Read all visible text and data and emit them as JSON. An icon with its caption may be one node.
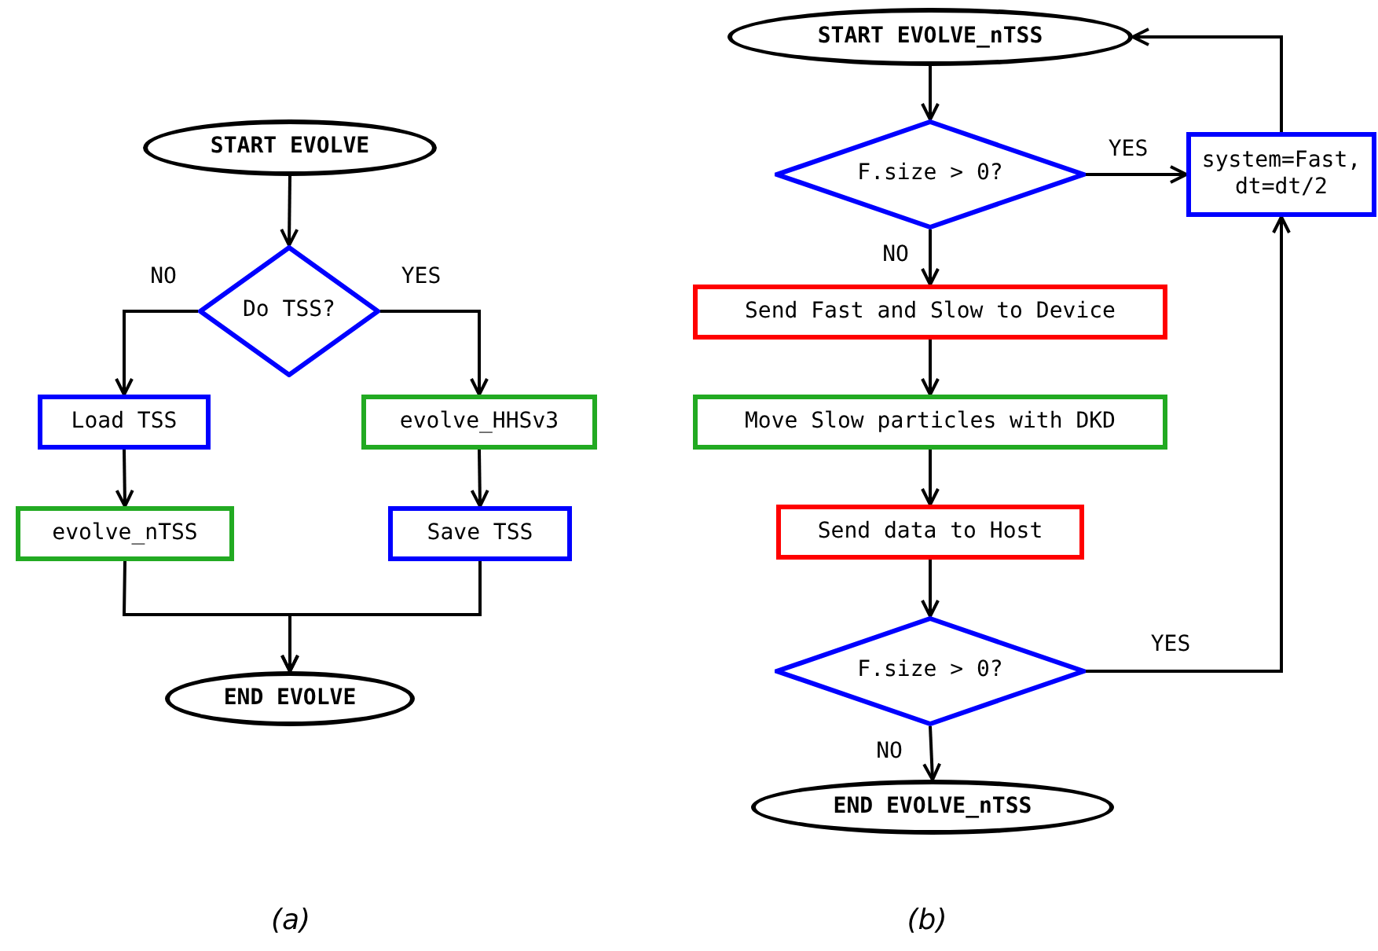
{
  "diagram": {
    "nodes": [
      {
        "text": [
          "START EVOLVE"
        ]
      },
      {
        "text": [
          "Do TSS?"
        ]
      },
      {
        "text": [
          "Load TSS"
        ]
      },
      {
        "text": [
          "evolve_HHSv3"
        ]
      },
      {
        "text": [
          "evolve_nTSS"
        ]
      },
      {
        "text": [
          "Save TSS"
        ]
      },
      {
        "text": [
          "END EVOLVE"
        ]
      },
      {
        "text": [
          "START EVOLVE_nTSS"
        ]
      },
      {
        "text": [
          "F.size > 0?"
        ]
      },
      {
        "text": [
          "system=Fast, dt=dt/2"
        ]
      },
      {
        "text": [
          "Send Fast and Slow to Device"
        ]
      },
      {
        "text": [
          "Move Slow particles with DKD"
        ]
      },
      {
        "text": [
          "Send data to Host"
        ]
      },
      {
        "text": [
          "F.size > 0?"
        ]
      },
      {
        "text": [
          "END EVOLVE_nTSS"
        ]
      }
    ],
    "edges": [
      {
        "from": 0,
        "to": 1,
        "arrow": "to"
      },
      {
        "from": 1,
        "to": 2,
        "arrow": "to",
        "label": "NO"
      },
      {
        "from": 1,
        "to": 3,
        "arrow": "to",
        "label": "YES"
      },
      {
        "from": 2,
        "to": 4,
        "arrow": "to"
      },
      {
        "from": 3,
        "to": 5,
        "arrow": "to"
      },
      {
        "from": 4,
        "to": 6,
        "arrow": "to"
      },
      {
        "from": 5,
        "to": 6,
        "arrow": "to"
      },
      {
        "from": 7,
        "to": 8,
        "arrow": "to"
      },
      {
        "from": 8,
        "to": 9,
        "arrow": "to",
        "label": "YES"
      },
      {
        "from": 8,
        "to": 10,
        "arrow": "to",
        "label": "NO"
      },
      {
        "from": 10,
        "to": 11,
        "arrow": "to"
      },
      {
        "from": 11,
        "to": 12,
        "arrow": "to"
      },
      {
        "from": 12,
        "to": 13,
        "arrow": "to"
      },
      {
        "from": 13,
        "to": 9,
        "arrow": "to",
        "label": "YES"
      },
      {
        "from": 13,
        "to": 14,
        "arrow": "to",
        "label": "NO"
      },
      {
        "from": 9,
        "to": 7,
        "arrow": "to"
      }
    ],
    "labels": [
      "(a)",
      "(b)"
    ]
  }
}
